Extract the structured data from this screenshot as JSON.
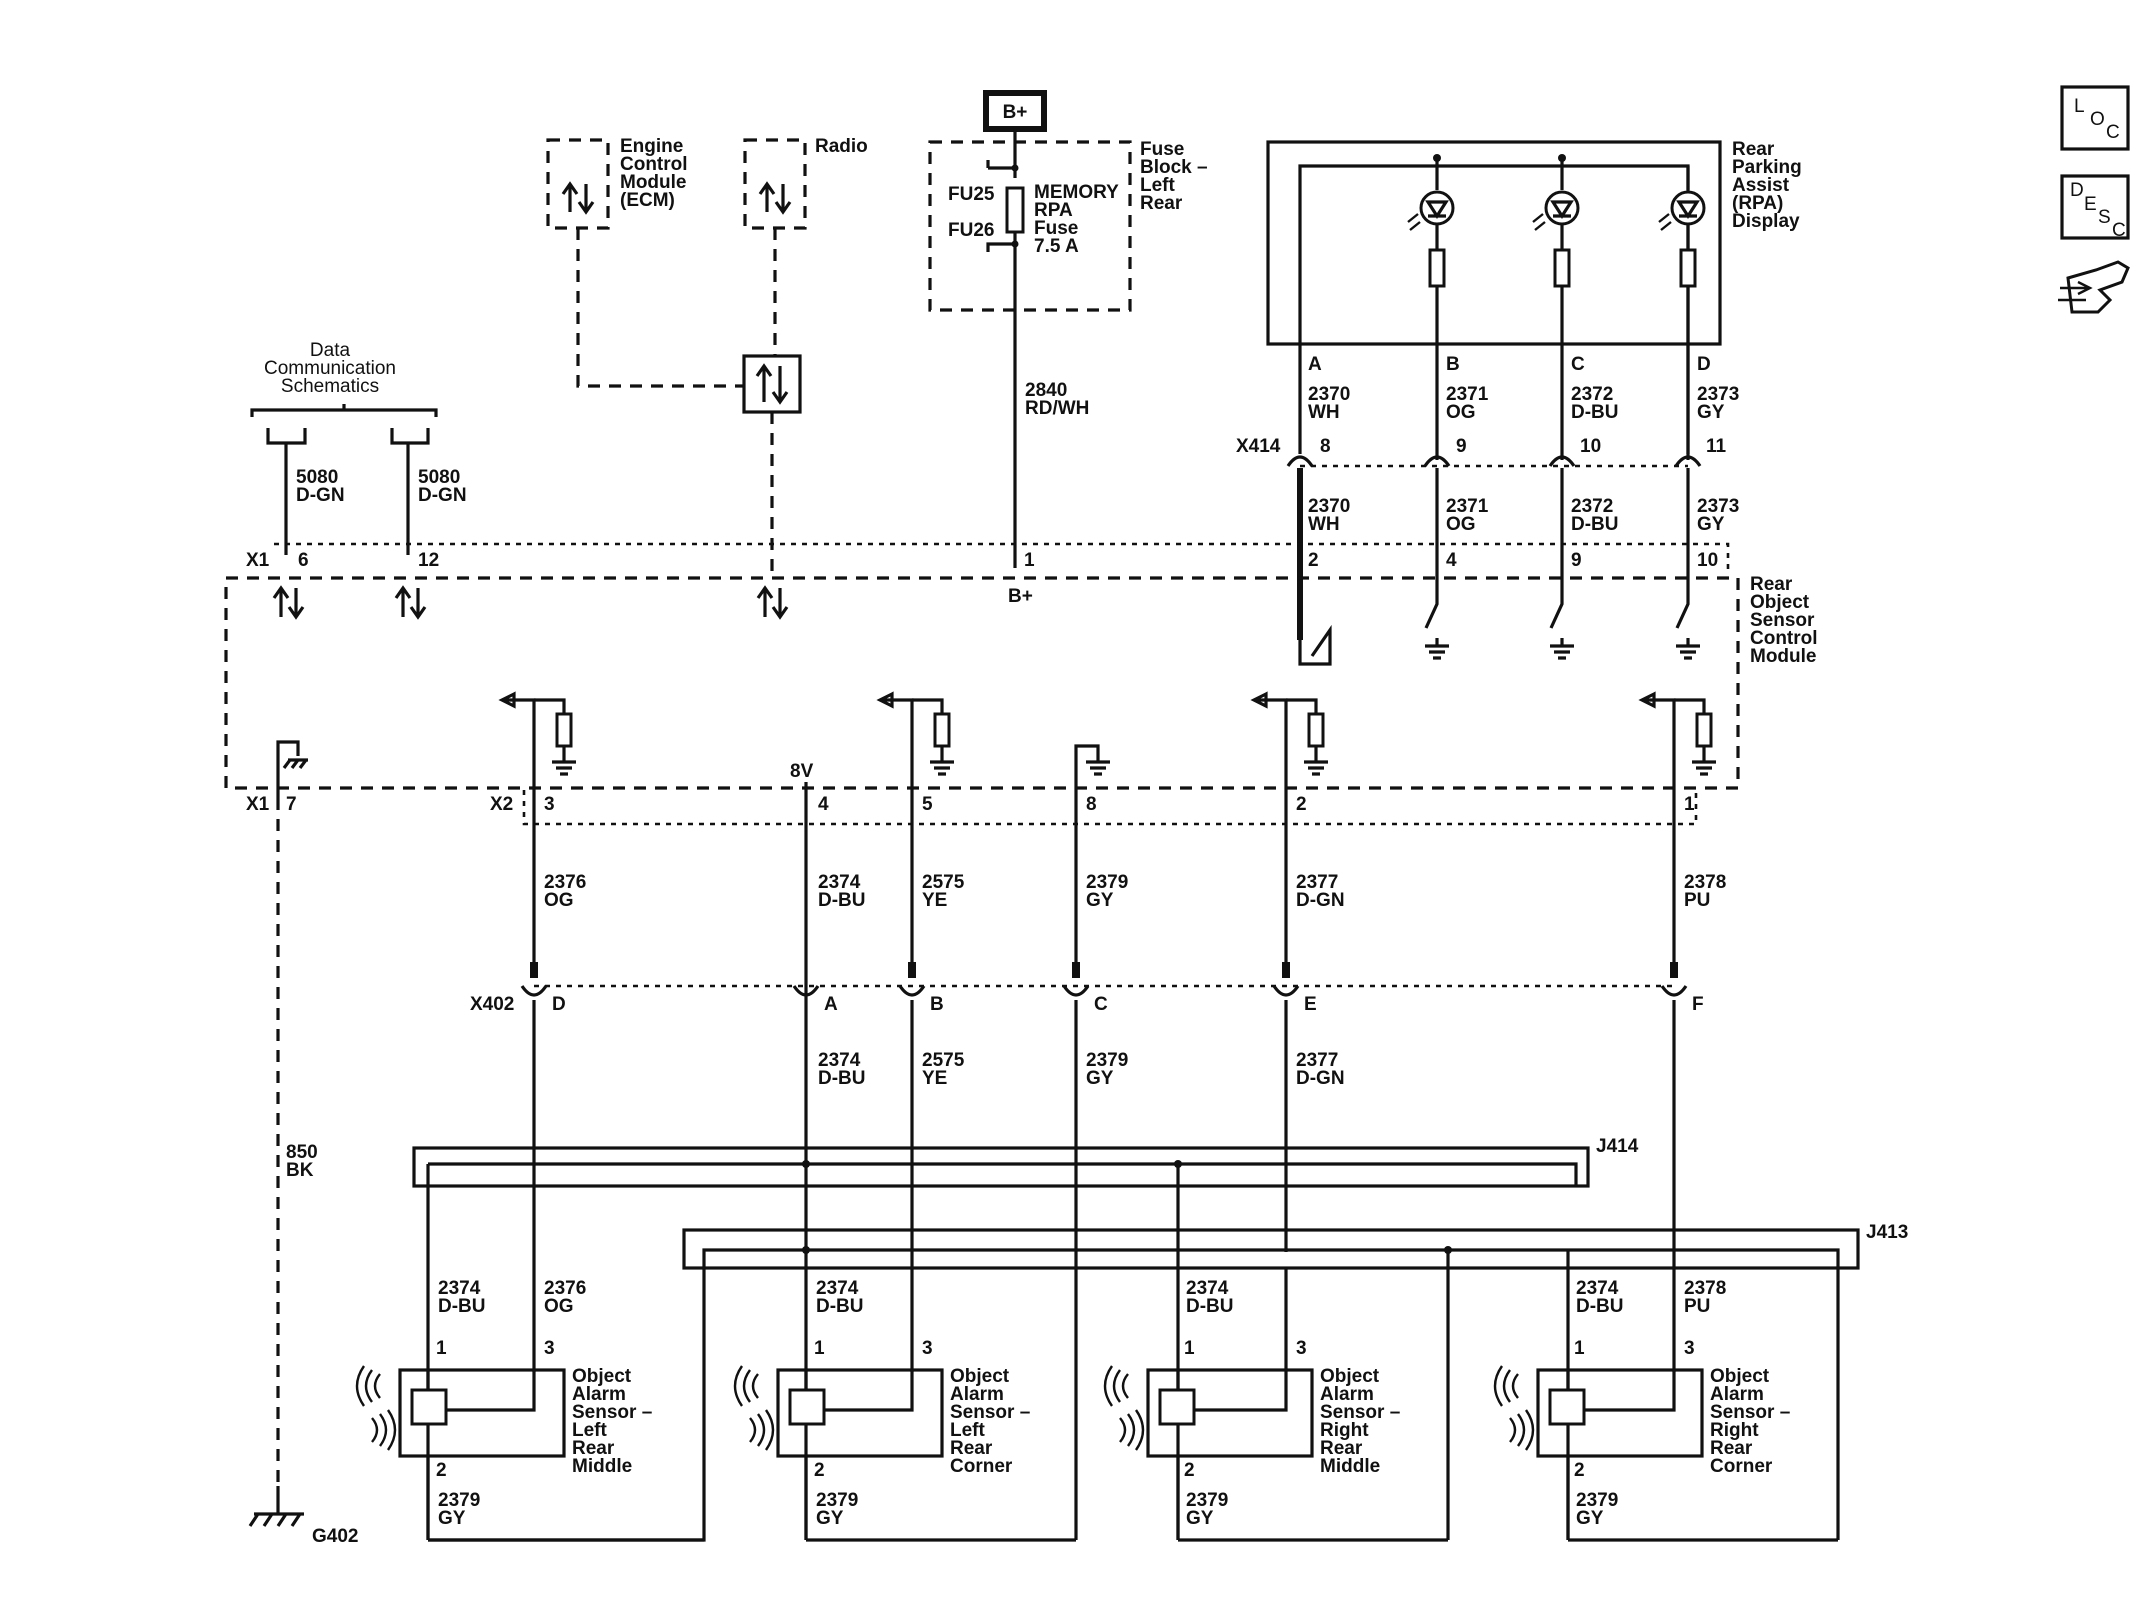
{
  "icons": {
    "loc": {
      "l": "L",
      "o": "O",
      "c": "C"
    },
    "desc": {
      "d": "D",
      "e": "E",
      "s": "S",
      "c": "C"
    }
  },
  "dcs": [
    "Data",
    "Communication",
    "Schematics"
  ],
  "ecm": [
    "Engine",
    "Control",
    "Module",
    "(ECM)"
  ],
  "radio": "Radio",
  "bplus": "B+",
  "fuse_block": [
    "Fuse",
    "Block –",
    "Left",
    "Rear"
  ],
  "fu25": "FU25",
  "fu26": "FU26",
  "fuse": [
    "MEMORY",
    "RPA",
    "Fuse",
    "7.5 A"
  ],
  "w2840": [
    "2840",
    "RD/WH"
  ],
  "rpa": [
    "Rear",
    "Parking",
    "Assist",
    "(RPA)",
    "Display"
  ],
  "rpa_pins": [
    "A",
    "B",
    "C",
    "D"
  ],
  "rpa_wires": [
    [
      "2370",
      "WH"
    ],
    [
      "2371",
      "OG"
    ],
    [
      "2372",
      "D-BU"
    ],
    [
      "2373",
      "GY"
    ]
  ],
  "x414": {
    "name": "X414",
    "pins": [
      "8",
      "9",
      "10",
      "11"
    ]
  },
  "rpa_wires_lower": [
    [
      "2370",
      "WH"
    ],
    [
      "2371",
      "OG"
    ],
    [
      "2372",
      "D-BU"
    ],
    [
      "2373",
      "GY"
    ]
  ],
  "w5080a": [
    "5080",
    "D-GN"
  ],
  "w5080b": [
    "5080",
    "D-GN"
  ],
  "x1_top": {
    "name": "X1",
    "pins": [
      "6",
      "12"
    ]
  },
  "pin1": "1",
  "bplus_label": "B+",
  "rosm_top_pins": [
    "2",
    "4",
    "9",
    "10"
  ],
  "rosm": [
    "Rear",
    "Object",
    "Sensor",
    "Control",
    "Module"
  ],
  "v8": "8V",
  "x1_bot": {
    "name": "X1",
    "pin": "7"
  },
  "x2": {
    "name": "X2",
    "pins": [
      "3",
      "4",
      "5",
      "8",
      "2",
      "1"
    ]
  },
  "x2_wires": [
    [
      "2376",
      "OG"
    ],
    [
      "2374",
      "D-BU"
    ],
    [
      "2575",
      "YE"
    ],
    [
      "2379",
      "GY"
    ],
    [
      "2377",
      "D-GN"
    ],
    [
      "2378",
      "PU"
    ]
  ],
  "x402": {
    "name": "X402",
    "pins": [
      "D",
      "A",
      "B",
      "C",
      "E",
      "F"
    ]
  },
  "x402_wires": [
    [
      "2374",
      "D-BU"
    ],
    [
      "2575",
      "YE"
    ],
    [
      "2379",
      "GY"
    ],
    [
      "2377",
      "D-GN"
    ]
  ],
  "w850": [
    "850",
    "BK"
  ],
  "j414": "J414",
  "j413": "J413",
  "g402": "G402",
  "sensors": [
    {
      "wire_a": [
        "2374",
        "D-BU"
      ],
      "wire_b": [
        "2376",
        "OG"
      ],
      "pin1": "1",
      "pin3": "3",
      "pin2": "2",
      "gnd": [
        "2379",
        "GY"
      ],
      "name": [
        "Object",
        "Alarm",
        "Sensor –",
        "Left",
        "Rear",
        "Middle"
      ]
    },
    {
      "wire_a": [
        "2374",
        "D-BU"
      ],
      "wire_b": null,
      "pin1": "1",
      "pin3": "3",
      "pin2": "2",
      "gnd": [
        "2379",
        "GY"
      ],
      "name": [
        "Object",
        "Alarm",
        "Sensor –",
        "Left",
        "Rear",
        "Corner"
      ]
    },
    {
      "wire_a": [
        "2374",
        "D-BU"
      ],
      "wire_b": null,
      "pin1": "1",
      "pin3": "3",
      "pin2": "2",
      "gnd": [
        "2379",
        "GY"
      ],
      "name": [
        "Object",
        "Alarm",
        "Sensor –",
        "Right",
        "Rear",
        "Middle"
      ]
    },
    {
      "wire_a": [
        "2374",
        "D-BU"
      ],
      "wire_b": [
        "2378",
        "PU"
      ],
      "pin1": "1",
      "pin3": "3",
      "pin2": "2",
      "gnd": [
        "2379",
        "GY"
      ],
      "name": [
        "Object",
        "Alarm",
        "Sensor –",
        "Right",
        "Rear",
        "Corner"
      ]
    }
  ]
}
